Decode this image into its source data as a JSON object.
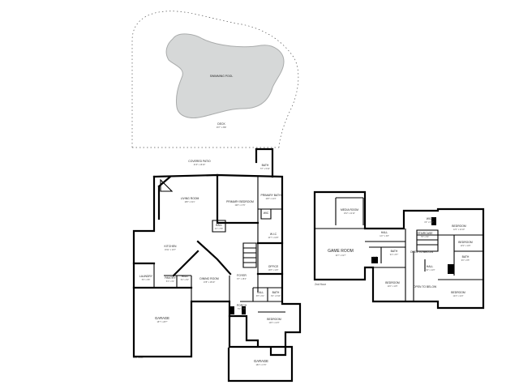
{
  "floors": {
    "first": "1st floor",
    "second": "2nd floor"
  },
  "rooms": {
    "swimming_pool": {
      "name": "SWIMMING POOL",
      "dims": ""
    },
    "deck": {
      "name": "DECK",
      "dims": "46'7\" x 368'"
    },
    "covered_patio": {
      "name": "COVERED PATIO",
      "dims": "41'9\" x 16'10\""
    },
    "bath_top": {
      "name": "BATH",
      "dims": "5'7\" x 5'10\""
    },
    "living_room": {
      "name": "LIVING ROOM",
      "dims": "18'8\" x 19'1\""
    },
    "primary_bedroom": {
      "name": "PRIMARY BEDROOM",
      "dims": "19'8\" x 17'9\""
    },
    "primary_bath": {
      "name": "PRIMARY BATH",
      "dims": "10'8\" x 14'4\""
    },
    "wic_small": {
      "name": "WIC",
      "dims": ""
    },
    "hall_1": {
      "name": "HALL",
      "dims": "4'2\" x 5'8\""
    },
    "wic": {
      "name": "W.I.C",
      "dims": "10'7\" x 10'8\""
    },
    "kitchen": {
      "name": "KITCHEN",
      "dims": "16'11\" x 19'7\""
    },
    "office": {
      "name": "OFFICE",
      "dims": "10'8\" x 11'6\""
    },
    "laundry": {
      "name": "LAUNDRY",
      "dims": "5'6\" x 9'8\""
    },
    "pantry": {
      "name": "PANTRY",
      "dims": "5'4\" x 3'4\""
    },
    "hall_2": {
      "name": "HALL",
      "dims": "5'2\" x 8'2\""
    },
    "dining_room": {
      "name": "DINING ROOM",
      "dims": "13'8\" x 18'10\""
    },
    "foyer": {
      "name": "FOYER",
      "dims": "6'7\" x 15'4\""
    },
    "hall_3": {
      "name": "HALL",
      "dims": "3'8\" x 6'1\""
    },
    "bath_mid": {
      "name": "BATH",
      "dims": "8'1\" x 6'10\""
    },
    "porch": {
      "name": "PORCH",
      "dims": "7'6\" x 9'6\""
    },
    "garage_left": {
      "name": "GARAGE",
      "dims": "18'7\" x 28'7\""
    },
    "bedroom_1": {
      "name": "BEDROOM",
      "dims": "12'6\" x 13'3\""
    },
    "garage_bottom": {
      "name": "GARAGE",
      "dims": "18'2\" x 17'0\""
    },
    "media_room": {
      "name": "MEDIA ROOM",
      "dims": "18'2\" x 11'11\""
    },
    "game_room": {
      "name": "GAME ROOM",
      "dims": "19'7\" x 19'7\""
    },
    "hall_up": {
      "name": "HALL",
      "dims": "11'7\" x 3'8\""
    },
    "wic_up": {
      "name": "WIC",
      "dims": "4'2\" x 6'10\""
    },
    "staircase": {
      "name": "STAIRCASE",
      "dims": "7'8\" x 6'4\""
    },
    "bedroom_2": {
      "name": "BEDROOM",
      "dims": "12'1\" x 11'10\""
    },
    "bath_up": {
      "name": "BATH",
      "dims": "9'4\" x 8'7\""
    },
    "open_to_below_1": {
      "name": "OPEN TO BELOW",
      "dims": ""
    },
    "hall_up_2": {
      "name": "HALL",
      "dims": "7'10\" x 11'3\""
    },
    "bedroom_3": {
      "name": "BEDROOM",
      "dims": "12'0\" x 11'5\""
    },
    "bedroom_4": {
      "name": "BEDROOM",
      "dims": "12'4\" x 11'4\""
    },
    "open_to_below_2": {
      "name": "OPEN TO BELOW",
      "dims": ""
    },
    "bath_up_2": {
      "name": "BATH",
      "dims": "9'0\" x 9'5\""
    },
    "bedroom_5": {
      "name": "BEDROOM",
      "dims": "12'9\" x 11'6\""
    },
    "wic_up_2": {
      "name": "WIC",
      "dims": ""
    }
  }
}
